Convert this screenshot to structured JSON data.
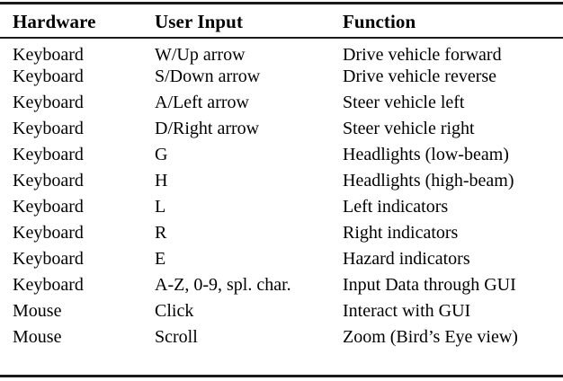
{
  "table": {
    "caption_visible": false,
    "columns": [
      {
        "key": "hardware",
        "header": "Hardware"
      },
      {
        "key": "user_input",
        "header": "User Input"
      },
      {
        "key": "function",
        "header": "Function"
      }
    ],
    "rows": [
      {
        "hardware": "Keyboard",
        "user_input": "W/Up arrow",
        "function": "Drive vehicle forward"
      },
      {
        "hardware": "Keyboard",
        "user_input": "S/Down arrow",
        "function": "Drive vehicle reverse"
      },
      {
        "hardware": "Keyboard",
        "user_input": "A/Left arrow",
        "function": "Steer vehicle left"
      },
      {
        "hardware": "Keyboard",
        "user_input": "D/Right arrow",
        "function": "Steer vehicle right"
      },
      {
        "hardware": "Keyboard",
        "user_input": "G",
        "function": "Headlights (low-beam)"
      },
      {
        "hardware": "Keyboard",
        "user_input": "H",
        "function": "Headlights (high-beam)"
      },
      {
        "hardware": "Keyboard",
        "user_input": "L",
        "function": "Left indicators"
      },
      {
        "hardware": "Keyboard",
        "user_input": "R",
        "function": "Right indicators"
      },
      {
        "hardware": "Keyboard",
        "user_input": "E",
        "function": "Hazard indicators"
      },
      {
        "hardware": "Keyboard",
        "user_input": "A-Z, 0-9, spl. char.",
        "function": "Input Data through GUI"
      },
      {
        "hardware": "Mouse",
        "user_input": "Click",
        "function": "Interact with GUI"
      },
      {
        "hardware": "Mouse",
        "user_input": "Scroll",
        "function": "Zoom (Bird’s Eye view)"
      }
    ]
  },
  "style": {
    "background_color": "#ffffff",
    "text_color": "#000000",
    "rule_color": "#1a1a1a"
  }
}
